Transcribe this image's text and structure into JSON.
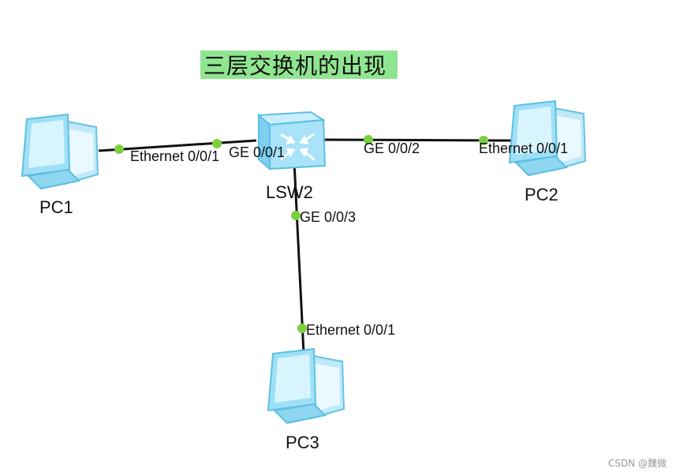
{
  "title": "三层交换机的出现",
  "devices": {
    "pc1": {
      "name": "PC1",
      "icon": "pc-icon"
    },
    "pc2": {
      "name": "PC2",
      "icon": "pc-icon"
    },
    "pc3": {
      "name": "PC3",
      "icon": "pc-icon"
    },
    "switch": {
      "name": "LSW2",
      "icon": "layer3-switch-icon"
    }
  },
  "links": [
    {
      "from": "pc1",
      "to": "switch",
      "from_port": "Ethernet 0/0/1",
      "to_port": "GE 0/0/1"
    },
    {
      "from": "switch",
      "to": "pc2",
      "from_port": "GE 0/0/2",
      "to_port": "Ethernet 0/0/1"
    },
    {
      "from": "switch",
      "to": "pc3",
      "from_port": "GE 0/0/3",
      "to_port": "Ethernet 0/0/1"
    }
  ],
  "watermark": "CSDN @魏微",
  "colors": {
    "title_bg": "#90e690",
    "port_dot": "#7ccf3c",
    "link": "#111111",
    "device": "#7fd3f0"
  }
}
